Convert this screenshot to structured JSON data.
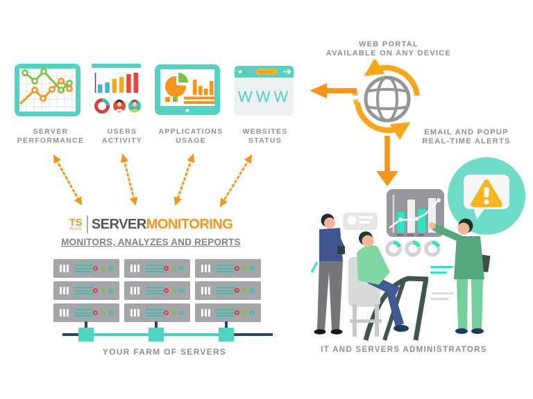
{
  "sources": [
    {
      "line1": "SERVER",
      "line2": "PERFORMANCE",
      "icon": "line-chart-icon"
    },
    {
      "line1": "USERS",
      "line2": "ACTIVITY",
      "icon": "users-bar-chart-icon"
    },
    {
      "line1": "APPLICATIONS",
      "line2": "USAGE",
      "icon": "tablet-pie-chart-icon"
    },
    {
      "line1": "WEBSITES",
      "line2": "STATUS",
      "icon": "browser-www-icon"
    }
  ],
  "web_portal": {
    "line1": "WEB PORTAL",
    "line2": "AVAILABLE ON ANY DEVICE"
  },
  "alerts": {
    "line1": "EMAIL AND POPUP",
    "line2": "REAL-TIME ALERTS"
  },
  "logo": {
    "ts": "TS",
    "plus": "PLUS",
    "server": "SERVER",
    "monitoring": "MONITORING"
  },
  "tagline": "MONITORS, ANALYZES AND REPORTS",
  "farm": {
    "label": "YOUR FARM OF SERVERS",
    "rows": 3,
    "columns": 3
  },
  "admins": {
    "label": "IT AND SERVERS ADMINISTRATORS"
  },
  "browser": {
    "address": "WWW",
    "body": "WWW"
  },
  "colors": {
    "teal_frame": "#52d2c2",
    "mint": "#2ee4c4",
    "orange": "#f7941e",
    "globe_arrow_orange": "#f9a61a",
    "yellow": "#f5b324",
    "red": "#e8493a",
    "green": "#7dc242",
    "gray_text": "#8e9093",
    "dark_text": "#55565a",
    "navy": "#24476f",
    "server_gray": "#a4a6a9",
    "alert_circle": "#6edcc6",
    "warning_yellow": "#f8b51d"
  }
}
